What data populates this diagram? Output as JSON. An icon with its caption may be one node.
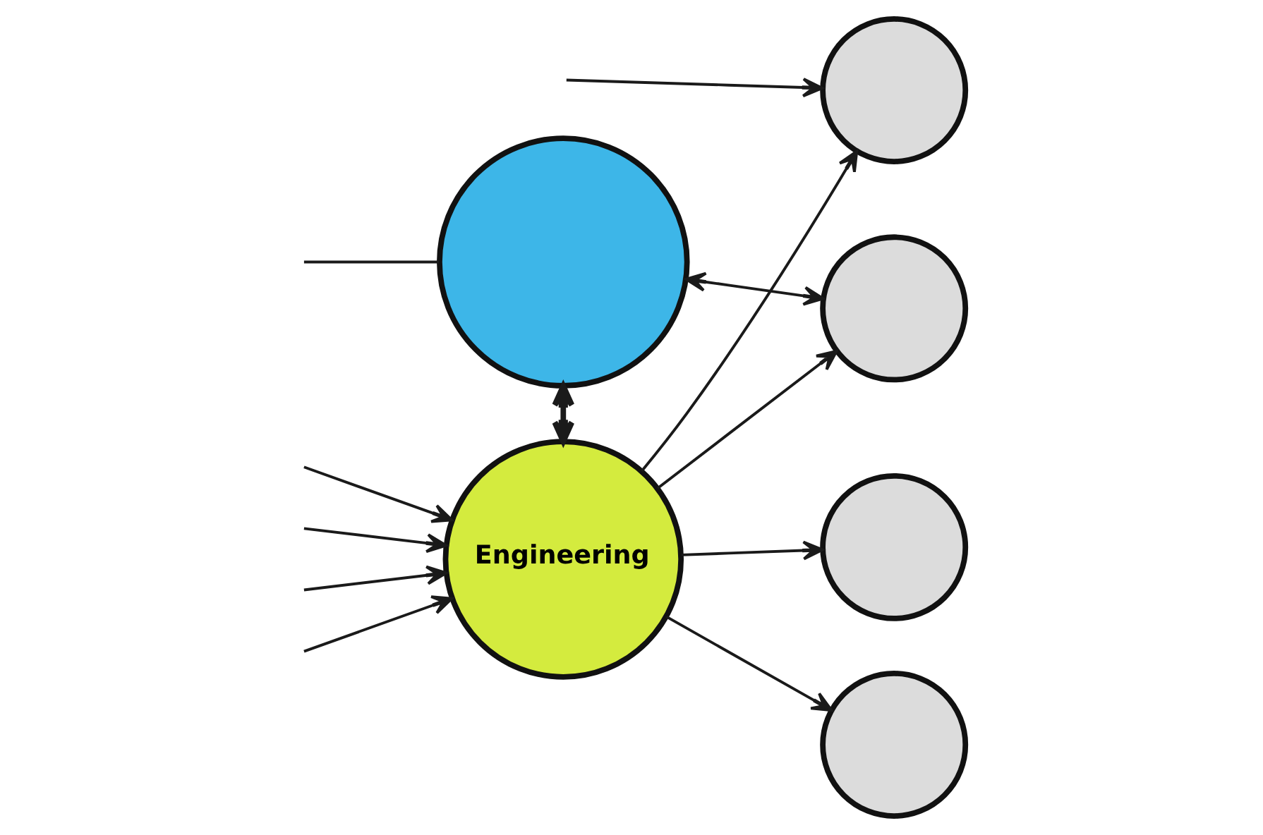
{
  "diagram": {
    "nodes": [
      {
        "text": [],
        "shape": "circle"
      },
      {
        "text": [
          "Engineering"
        ]
      },
      {
        "text": [],
        "shape": "circle"
      },
      {
        "text": [],
        "shape": "circle"
      },
      {
        "text": [],
        "shape": "circle"
      },
      {
        "text": [],
        "shape": "circle"
      }
    ],
    "edges": [
      {
        "from": null,
        "to": 0,
        "arrow": "none"
      },
      {
        "from": null,
        "to": 1,
        "arrow": "to"
      },
      {
        "from": 0,
        "to": 1,
        "arrow": "both",
        "style": "thick"
      },
      {
        "from": 0,
        "to": 3,
        "arrow": "both"
      },
      {
        "from": null,
        "to": 2,
        "arrow": "to"
      },
      {
        "from": 1,
        "to": 2,
        "arrow": "to"
      },
      {
        "from": 1,
        "to": 3,
        "arrow": "to"
      },
      {
        "from": null,
        "to": 1,
        "arrow": "to"
      },
      {
        "from": null,
        "to": 1,
        "arrow": "to"
      },
      {
        "from": 1,
        "to": 4,
        "arrow": "to"
      },
      {
        "from": null,
        "to": 1,
        "arrow": "to"
      },
      {
        "from": 1,
        "to": 5,
        "arrow": "to"
      }
    ]
  }
}
